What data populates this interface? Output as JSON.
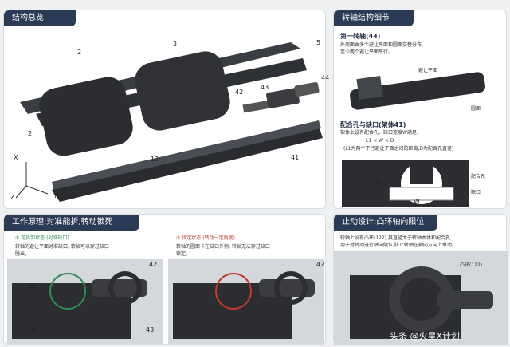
{
  "overview": {
    "title": "结构总览",
    "labels": {
      "l2a": "2",
      "l3": "3",
      "l5": "5",
      "l44": "44",
      "l42": "42",
      "l43": "43",
      "l2b": "2",
      "l12": "12",
      "l41": "41",
      "ax_x": "X",
      "ax_y": "Y",
      "ax_z": "Z"
    }
  },
  "shaft": {
    "title": "转轴结构细节",
    "sub": "第一转轴(44)",
    "desc1": "外周面由多个避让平面和圆面交替分布,",
    "desc2": "至少两个避让平面平行。",
    "label_plane": "避让平面",
    "label_round": "圆面",
    "hole_title": "配合孔与缺口(架体41)",
    "hole_desc": "架体上设有配合孔、缺口宽度W满足:",
    "formula": "L1 < W < D",
    "formula_note": "(L1为两个平行避让平面之间的距离,D为配合孔直径)",
    "label_hole": "配合孔",
    "label_notch": "缺口",
    "label_d": "D",
    "label_w": "W"
  },
  "principle": {
    "title": "工作原理:对准能拆,转动锁死",
    "state1_title": "① 可拆卸状态 (对准缺口)",
    "state1_desc1": "转轴的避让平面对准缺口, 转轴可以穿过缺口",
    "state1_desc2": "脱出。",
    "state2_title": "② 锁定状态 (转动一定角度)",
    "state2_desc1": "转轴的圆面卡在缺口外侧, 转轴无法穿过缺口",
    "state2_desc2": "锁定。",
    "labels": {
      "a44": "44",
      "a42": "42",
      "a41": "41",
      "a43": "43",
      "b42": "42"
    }
  },
  "stop": {
    "title": "止动设计:凸环轴向限位",
    "desc1": "转轴上设有凸环(122),其直径大于转轴本体和配合孔,",
    "desc2": "用于对转动进行轴向限位,防止转轴在轴向方向上窜动。",
    "label_ring": "凸环(122)"
  },
  "watermark": "头条 @火星X计划",
  "colors": {
    "header": "#2b3a55",
    "red": "#c0392b",
    "green": "#2e8b57"
  }
}
